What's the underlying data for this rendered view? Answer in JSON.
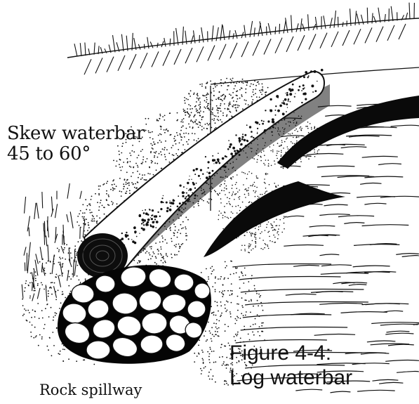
{
  "labels": {
    "skew_line1": "Skew waterbar",
    "skew_line2": "45 to 60°",
    "rock_spillway": "Rock spillway",
    "caption_line1": "Figure 4-4:",
    "caption_line2": "Log waterbar"
  },
  "colors": {
    "ink": "#111111",
    "paper": "#ffffff",
    "rock_fill": "#ffffff"
  }
}
